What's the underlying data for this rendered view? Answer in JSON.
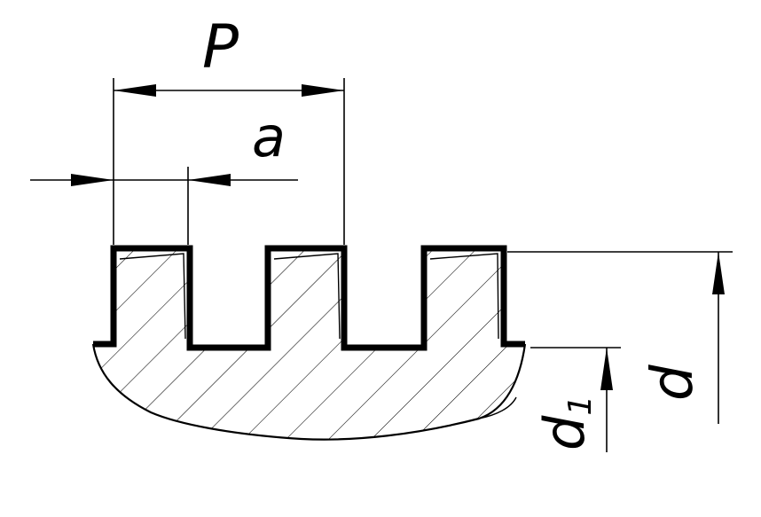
{
  "labels": {
    "pitch": "P",
    "tooth_width": "a",
    "outer_diameter": "d",
    "inner_diameter": "d",
    "inner_subscript": "1"
  },
  "colors": {
    "stroke": "#000000",
    "background": "#ffffff"
  }
}
